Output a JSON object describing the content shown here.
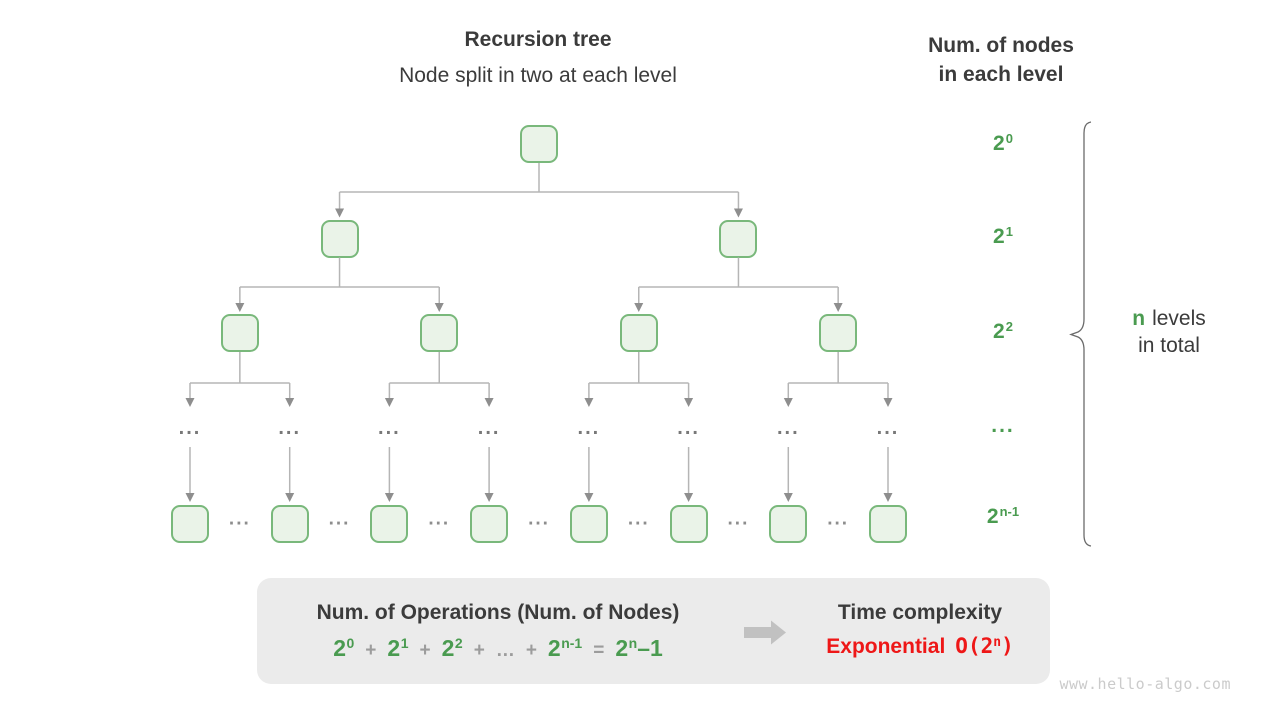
{
  "header": {
    "title": "Recursion tree",
    "subtitle": "Node split in two at each level",
    "right_title_line1": "Num. of nodes",
    "right_title_line2": "in each level"
  },
  "tree": {
    "branching": "each node splits into 2 children",
    "levels": [
      {
        "type": "nodes",
        "count": 1,
        "label": {
          "base": "2",
          "sup": "0"
        }
      },
      {
        "type": "nodes",
        "count": 2,
        "label": {
          "base": "2",
          "sup": "1"
        }
      },
      {
        "type": "nodes",
        "count": 4,
        "label": {
          "base": "2",
          "sup": "2"
        }
      },
      {
        "type": "dots",
        "count": 8,
        "label": {
          "text": "..."
        }
      },
      {
        "type": "leaves",
        "count": 8,
        "label": {
          "base": "2",
          "sup": "n-1"
        }
      }
    ],
    "dots_text": "...",
    "leaf_gap_dots_text": "..."
  },
  "brace_annotation": {
    "highlight": "n",
    "line1_rest": "levels",
    "line2": "in total"
  },
  "summary_box": {
    "left_title": "Num. of Operations (Num. of Nodes)",
    "formula": [
      {
        "base": "2",
        "sup": "0",
        "style": "green"
      },
      {
        "text": "+",
        "style": "gray"
      },
      {
        "base": "2",
        "sup": "1",
        "style": "green"
      },
      {
        "text": "+",
        "style": "gray"
      },
      {
        "base": "2",
        "sup": "2",
        "style": "green"
      },
      {
        "text": "+",
        "style": "gray"
      },
      {
        "text": "…",
        "style": "gray"
      },
      {
        "text": "+",
        "style": "gray"
      },
      {
        "base": "2",
        "sup": "n-1",
        "style": "green"
      },
      {
        "text": "=",
        "style": "gray"
      },
      {
        "base": "2",
        "sup": "n",
        "tail": "–1",
        "style": "green"
      }
    ],
    "right_title": "Time complexity",
    "complexity_word": "Exponential",
    "complexity_notation": {
      "base": "O(2",
      "sup": "n",
      "tail": ")"
    }
  },
  "watermark": "www.hello-algo.com",
  "colors": {
    "green": "#4a9b50",
    "node_border": "#79b87b",
    "node_fill": "#eaf3e8",
    "line": "#b5b5b5",
    "arrowhead": "#8e8e8e",
    "tree_dots": "#787878",
    "gap_dots": "#8d8d8d",
    "dark": "#3b3b3b",
    "gray_symbol": "#9c9c9c",
    "box_bg": "#ebebeb",
    "red": "#ee1717",
    "big_arrow": "#c1c1c1",
    "brace": "#6b6b6b",
    "watermark": "#cbcbcb"
  }
}
